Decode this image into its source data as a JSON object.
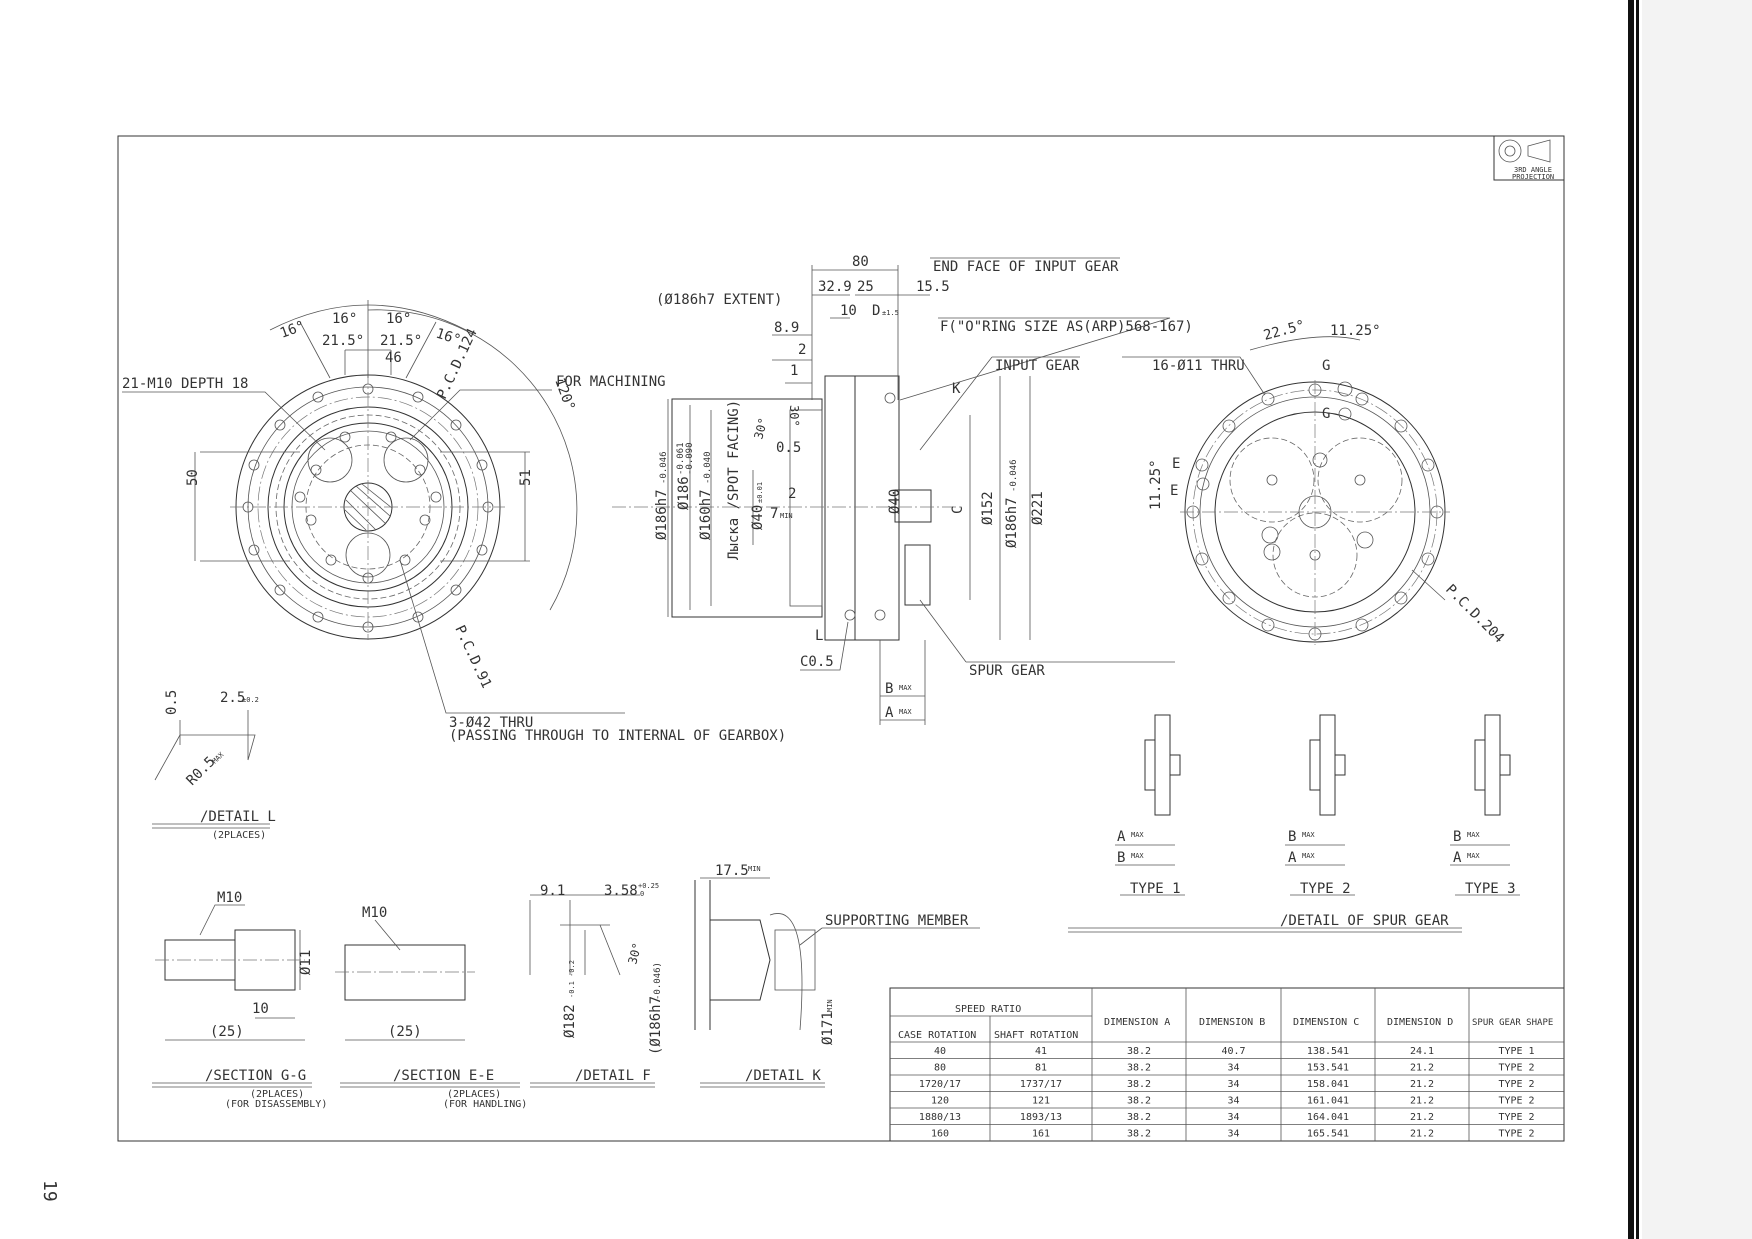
{
  "page": {
    "number": "19"
  },
  "projection": {
    "line1": "3RD ANGLE",
    "line2": "PROJECTION"
  },
  "front_view": {
    "angles": [
      "16°",
      "16°",
      "16°",
      "16°"
    ],
    "half_angles": [
      "21.5°",
      "21.5°"
    ],
    "span_46": "46",
    "pcd_124": "P.C.D.124",
    "pcd_91": "P.C.D.91",
    "angle_120": "120°",
    "dim_50": "50",
    "dim_51": "51",
    "tap_holes": "21-M10 DEPTH 18",
    "for_machining": "FOR MACHINING",
    "thru_line1": "3-Ø42 THRU",
    "thru_line2": "(PASSING THROUGH TO INTERNAL OF GEARBOX)"
  },
  "side_view": {
    "dim_80": "80",
    "dim_329": "32.9",
    "dim_25": "25",
    "dim_155": "15.5",
    "dim_10": "10",
    "dim_D": "D",
    "dim_D_tol": "±1.5",
    "dim_89": "8.9",
    "dim_2a": "2",
    "dim_1": "1",
    "dim_05": "0.5",
    "dim_2b": "2",
    "dim_7": "7",
    "dim_7_min": "MIN",
    "ang_30a": "30°",
    "ang_30b": "30°",
    "extent": "(Ø186h7 EXTENT)",
    "end_face": "END FACE OF INPUT GEAR",
    "oring": "F(\"O\"RING SIZE AS(ARP)568-167)",
    "K": "K",
    "input_gear": "INPUT GEAR",
    "L": "L",
    "c05": "C0.5",
    "spur_gear": "SPUR GEAR",
    "B": "B",
    "A": "A",
    "max": "MAX",
    "d186": "Ø186h7",
    "d186_tol": "-0.046",
    "d186_tol_up": "0",
    "d186b": "Ø186",
    "d186b_tol": "-0.061",
    "d186b_tol2": "-0.090",
    "d160": "Ø160h7",
    "d160_tol": "-0.040",
    "spot": "Лыска /SPOT FACING)",
    "d40": "Ø40",
    "d40_tol": "±0.01",
    "d40b": "Ø40",
    "C": "C",
    "d152": "Ø152",
    "d186c": "Ø186h7",
    "d186c_tol": "-0.046",
    "d221": "Ø221"
  },
  "rear_view": {
    "angle_225": "22.5°",
    "angle_1125": "11.25°",
    "angle_1125b": "11.25°",
    "holes": "16-Ø11 THRU",
    "G": "G",
    "E": "E",
    "pcd_204": "P.C.D.204"
  },
  "detail_l": {
    "title": "/DETAIL L",
    "places": "(2PLACES)",
    "dim_05": "0.5",
    "dim_25": "2.5",
    "dim_25_tol": "±0.2",
    "radius": "R0.5",
    "radius_max": "MAX"
  },
  "section_g": {
    "m10": "M10",
    "d11": "Ø11",
    "dim_10": "10",
    "dim_25": "(25)",
    "title": "/SECTION G-G",
    "places": "(2PLACES)",
    "purpose": "(FOR DISASSEMBLY)"
  },
  "section_e": {
    "m10": "M10",
    "dim_25": "(25)",
    "title": "/SECTION E-E",
    "places": "(2PLACES)",
    "purpose": "(FOR HANDLING)"
  },
  "detail_f": {
    "dim_91": "9.1",
    "dim_358": "3.58",
    "dim_358_tol": "+0.25",
    "dim_358_tol2": "0",
    "d182": "Ø182",
    "d182_tol": "-0.1 -0.2",
    "d186": "(Ø186h7",
    "d186_tol": "-0.046)",
    "angle": "30°",
    "title": "/DETAIL F"
  },
  "detail_k": {
    "dim_175": "17.5",
    "dim_175_min": "MIN",
    "support": "SUPPORTING MEMBER",
    "d171": "Ø171",
    "d171_min": "MIN",
    "title": "/DETAIL K"
  },
  "spur_detail": {
    "types": [
      {
        "name": "TYPE 1",
        "top": "A",
        "bottom": "B"
      },
      {
        "name": "TYPE 2",
        "top": "B",
        "bottom": "A"
      },
      {
        "name": "TYPE 3",
        "top": "B",
        "bottom": "A"
      }
    ],
    "max": "MAX",
    "title": "/DETAIL OF SPUR GEAR"
  },
  "table": {
    "group_header": "SPEED RATIO",
    "headers": [
      "CASE ROTATION",
      "SHAFT ROTATION",
      "DIMENSION A",
      "DIMENSION B",
      "DIMENSION C",
      "DIMENSION D",
      "SPUR GEAR SHAPE"
    ],
    "rows": [
      [
        "40",
        "41",
        "38.2",
        "40.7",
        "138.541",
        "24.1",
        "TYPE 1"
      ],
      [
        "80",
        "81",
        "38.2",
        "34",
        "153.541",
        "21.2",
        "TYPE 2"
      ],
      [
        "1720/17",
        "1737/17",
        "38.2",
        "34",
        "158.041",
        "21.2",
        "TYPE 2"
      ],
      [
        "120",
        "121",
        "38.2",
        "34",
        "161.041",
        "21.2",
        "TYPE 2"
      ],
      [
        "1880/13",
        "1893/13",
        "38.2",
        "34",
        "164.041",
        "21.2",
        "TYPE 2"
      ],
      [
        "160",
        "161",
        "38.2",
        "34",
        "165.541",
        "21.2",
        "TYPE 2"
      ]
    ]
  }
}
